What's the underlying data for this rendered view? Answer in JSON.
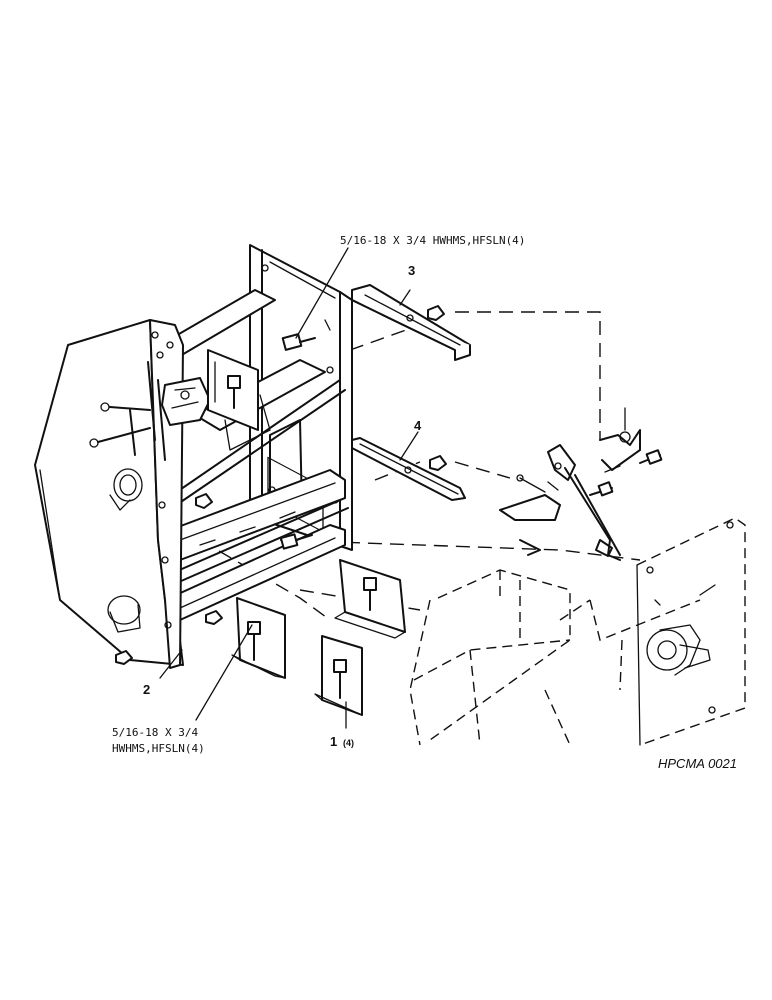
{
  "callouts": {
    "top_fastener": "5/16-18 X 3/4 HWHMS,HFSLN(4)",
    "bottom_fastener_line1": "5/16-18 X 3/4",
    "bottom_fastener_line2": "HWHMS,HFSLN(4)",
    "part_1": "1",
    "part_1_qty": "(4)",
    "part_2": "2",
    "part_3": "3",
    "part_4": "4"
  },
  "figure_code": "HPCMA 0021"
}
